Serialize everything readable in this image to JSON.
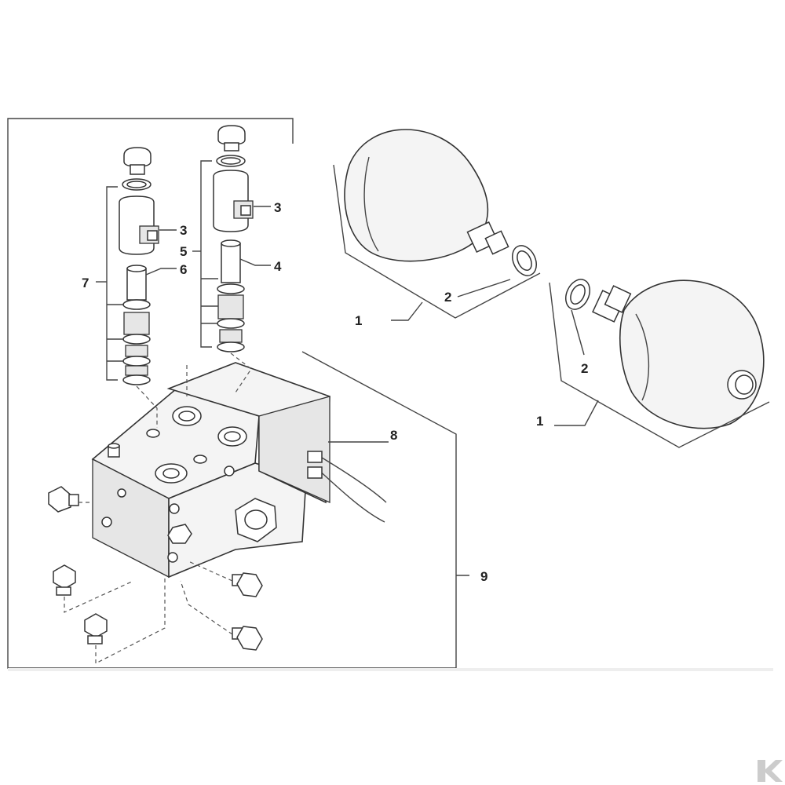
{
  "callouts": {
    "c1a": "1",
    "c1b": "1",
    "c2a": "2",
    "c2b": "2",
    "c3a": "3",
    "c3b": "3",
    "c4": "4",
    "c5": "5",
    "c6": "6",
    "c7": "7",
    "c8": "8",
    "c9": "9"
  },
  "colors": {
    "line": "#333333",
    "footer_bar": "#eeeeee",
    "logo": "#cccccc"
  },
  "icons": {
    "logo": "brand-logo-icon"
  }
}
